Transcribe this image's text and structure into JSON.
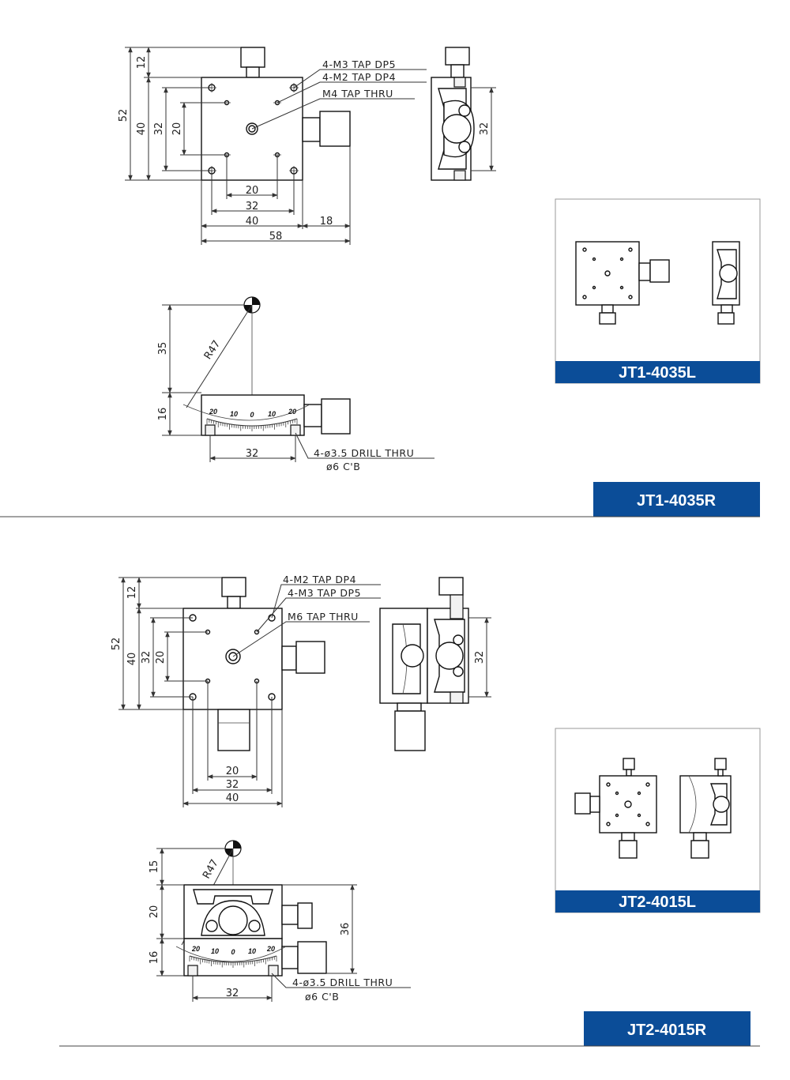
{
  "products": [
    {
      "photo_label": "JT1-4035L",
      "banner_label": "JT1-4035R",
      "top_view": {
        "notes": [
          "4-M3 TAP DP5",
          "4-M2 TAP DP4",
          "M4 TAP THRU"
        ],
        "dims": {
          "overall_height": "52",
          "knob": "12",
          "body_height": "40",
          "outer_holes_v": "32",
          "inner_holes_v": "20",
          "inner_holes_h": "20",
          "outer_holes_h": "32",
          "body_width": "40",
          "knob_width": "18",
          "overall_width": "58",
          "side_holes": "32"
        }
      },
      "front_view": {
        "dims": {
          "radius": "R47",
          "center_height": "35",
          "body_height": "16",
          "holes": "32"
        },
        "notes": [
          "4-ø3.5 DRILL THRU",
          "ø6 C'B"
        ],
        "scale": [
          "20",
          "10",
          "0",
          "10",
          "20"
        ]
      }
    },
    {
      "photo_label": "JT2-4015L",
      "banner_label": "JT2-4015R",
      "top_view": {
        "notes": [
          "4-M2 TAP DP4",
          "4-M3 TAP DP5",
          "M6 TAP THRU"
        ],
        "dims": {
          "overall_height": "52",
          "knob": "12",
          "body_height": "40",
          "outer_holes_v": "32",
          "inner_holes_v": "20",
          "inner_holes_h": "20",
          "outer_holes_h": "32",
          "body_width": "40",
          "side_holes": "32"
        }
      },
      "front_view": {
        "dims": {
          "center_height": "15",
          "radius": "R47",
          "upper_height": "20",
          "lower_height": "16",
          "total_height": "36",
          "holes": "32"
        },
        "notes": [
          "4-ø3.5 DRILL THRU",
          "ø6 C'B"
        ],
        "scale": [
          "20",
          "10",
          "0",
          "10",
          "20"
        ]
      }
    }
  ]
}
